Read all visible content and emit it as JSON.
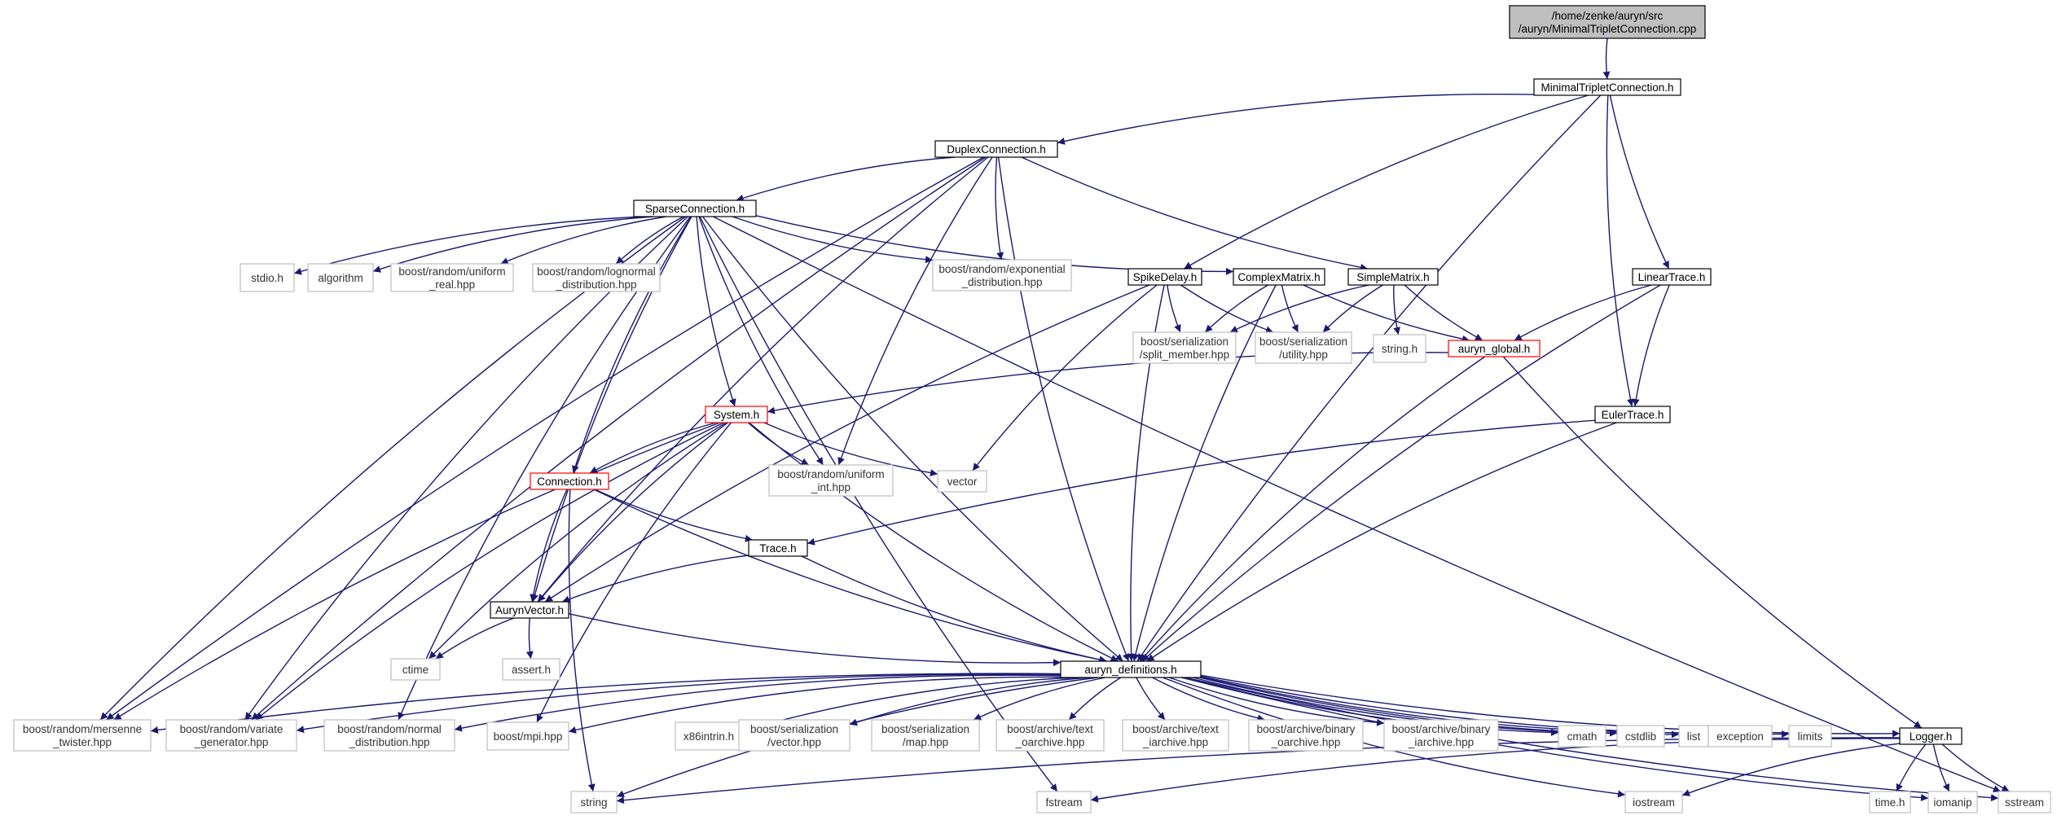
{
  "diagram_title": "Include dependency graph",
  "nodes": [
    {
      "id": "root",
      "lines": [
        "/home/zenke/auryn/src",
        "/auryn/MinimalTripletConnection.cpp"
      ],
      "kind": "root"
    },
    {
      "id": "mtc",
      "lines": [
        "MinimalTripletConnection.h"
      ],
      "kind": "doc"
    },
    {
      "id": "duplex",
      "lines": [
        "DuplexConnection.h"
      ],
      "kind": "doc"
    },
    {
      "id": "sparse",
      "lines": [
        "SparseConnection.h"
      ],
      "kind": "doc"
    },
    {
      "id": "stdio",
      "lines": [
        "stdio.h"
      ],
      "kind": "ext"
    },
    {
      "id": "algorithm",
      "lines": [
        "algorithm"
      ],
      "kind": "ext"
    },
    {
      "id": "uniform_real",
      "lines": [
        "boost/random/uniform",
        "_real.hpp"
      ],
      "kind": "ext"
    },
    {
      "id": "lognormal",
      "lines": [
        "boost/random/lognormal",
        "_distribution.hpp"
      ],
      "kind": "ext"
    },
    {
      "id": "exponential",
      "lines": [
        "boost/random/exponential",
        "_distribution.hpp"
      ],
      "kind": "ext"
    },
    {
      "id": "spikedelay",
      "lines": [
        "SpikeDelay.h"
      ],
      "kind": "doc"
    },
    {
      "id": "complexmatrix",
      "lines": [
        "ComplexMatrix.h"
      ],
      "kind": "doc"
    },
    {
      "id": "simplematrix",
      "lines": [
        "SimpleMatrix.h"
      ],
      "kind": "doc"
    },
    {
      "id": "lineartrace",
      "lines": [
        "LinearTrace.h"
      ],
      "kind": "doc"
    },
    {
      "id": "split_member",
      "lines": [
        "boost/serialization",
        "/split_member.hpp"
      ],
      "kind": "ext"
    },
    {
      "id": "utility",
      "lines": [
        "boost/serialization",
        "/utility.hpp"
      ],
      "kind": "ext"
    },
    {
      "id": "stringh",
      "lines": [
        "string.h"
      ],
      "kind": "ext"
    },
    {
      "id": "auryn_global",
      "lines": [
        "auryn_global.h"
      ],
      "kind": "red"
    },
    {
      "id": "eulertrace",
      "lines": [
        "EulerTrace.h"
      ],
      "kind": "doc"
    },
    {
      "id": "system",
      "lines": [
        "System.h"
      ],
      "kind": "red"
    },
    {
      "id": "uniform_int",
      "lines": [
        "boost/random/uniform",
        "_int.hpp"
      ],
      "kind": "ext"
    },
    {
      "id": "vector",
      "lines": [
        "vector"
      ],
      "kind": "ext"
    },
    {
      "id": "connection",
      "lines": [
        "Connection.h"
      ],
      "kind": "red"
    },
    {
      "id": "trace",
      "lines": [
        "Trace.h"
      ],
      "kind": "doc"
    },
    {
      "id": "aurynvector",
      "lines": [
        "AurynVector.h"
      ],
      "kind": "doc"
    },
    {
      "id": "ctime",
      "lines": [
        "ctime"
      ],
      "kind": "ext"
    },
    {
      "id": "asserth",
      "lines": [
        "assert.h"
      ],
      "kind": "ext"
    },
    {
      "id": "defs",
      "lines": [
        "auryn_definitions.h"
      ],
      "kind": "doc"
    },
    {
      "id": "mersenne",
      "lines": [
        "boost/random/mersenne",
        "_twister.hpp"
      ],
      "kind": "ext"
    },
    {
      "id": "variate",
      "lines": [
        "boost/random/variate",
        "_generator.hpp"
      ],
      "kind": "ext"
    },
    {
      "id": "normal",
      "lines": [
        "boost/random/normal",
        "_distribution.hpp"
      ],
      "kind": "ext"
    },
    {
      "id": "mpi",
      "lines": [
        "boost/mpi.hpp"
      ],
      "kind": "ext"
    },
    {
      "id": "x86",
      "lines": [
        "x86intrin.h"
      ],
      "kind": "ext"
    },
    {
      "id": "ser_vector",
      "lines": [
        "boost/serialization",
        "/vector.hpp"
      ],
      "kind": "ext"
    },
    {
      "id": "ser_map",
      "lines": [
        "boost/serialization",
        "/map.hpp"
      ],
      "kind": "ext"
    },
    {
      "id": "text_oarchive",
      "lines": [
        "boost/archive/text",
        "_oarchive.hpp"
      ],
      "kind": "ext"
    },
    {
      "id": "text_iarchive",
      "lines": [
        "boost/archive/text",
        "_iarchive.hpp"
      ],
      "kind": "ext"
    },
    {
      "id": "binary_oarchive",
      "lines": [
        "boost/archive/binary",
        "_oarchive.hpp"
      ],
      "kind": "ext"
    },
    {
      "id": "binary_iarchive",
      "lines": [
        "boost/archive/binary",
        "_iarchive.hpp"
      ],
      "kind": "ext"
    },
    {
      "id": "cmath",
      "lines": [
        "cmath"
      ],
      "kind": "ext"
    },
    {
      "id": "cstdlib",
      "lines": [
        "cstdlib"
      ],
      "kind": "ext"
    },
    {
      "id": "list",
      "lines": [
        "list"
      ],
      "kind": "ext"
    },
    {
      "id": "exception",
      "lines": [
        "exception"
      ],
      "kind": "ext"
    },
    {
      "id": "limits",
      "lines": [
        "limits"
      ],
      "kind": "ext"
    },
    {
      "id": "logger",
      "lines": [
        "Logger.h"
      ],
      "kind": "doc"
    },
    {
      "id": "string",
      "lines": [
        "string"
      ],
      "kind": "ext"
    },
    {
      "id": "fstream",
      "lines": [
        "fstream"
      ],
      "kind": "ext"
    },
    {
      "id": "iostream",
      "lines": [
        "iostream"
      ],
      "kind": "ext"
    },
    {
      "id": "timeh",
      "lines": [
        "time.h"
      ],
      "kind": "ext"
    },
    {
      "id": "iomanip",
      "lines": [
        "iomanip"
      ],
      "kind": "ext"
    },
    {
      "id": "sstream",
      "lines": [
        "sstream"
      ],
      "kind": "ext"
    }
  ],
  "edges": [
    [
      "root",
      "mtc"
    ],
    [
      "mtc",
      "duplex"
    ],
    [
      "mtc",
      "spikedelay"
    ],
    [
      "mtc",
      "lineartrace"
    ],
    [
      "mtc",
      "eulertrace"
    ],
    [
      "mtc",
      "defs"
    ],
    [
      "duplex",
      "sparse"
    ],
    [
      "duplex",
      "simplematrix"
    ],
    [
      "duplex",
      "exponential"
    ],
    [
      "duplex",
      "mersenne"
    ],
    [
      "duplex",
      "variate"
    ],
    [
      "duplex",
      "aurynvector"
    ],
    [
      "duplex",
      "uniform_int"
    ],
    [
      "duplex",
      "defs"
    ],
    [
      "sparse",
      "stdio"
    ],
    [
      "sparse",
      "algorithm"
    ],
    [
      "sparse",
      "uniform_real"
    ],
    [
      "sparse",
      "lognormal"
    ],
    [
      "sparse",
      "exponential"
    ],
    [
      "sparse",
      "complexmatrix"
    ],
    [
      "sparse",
      "system"
    ],
    [
      "sparse",
      "connection"
    ],
    [
      "sparse",
      "aurynvector"
    ],
    [
      "sparse",
      "uniform_int"
    ],
    [
      "sparse",
      "mersenne"
    ],
    [
      "sparse",
      "variate"
    ],
    [
      "sparse",
      "normal"
    ],
    [
      "sparse",
      "defs"
    ],
    [
      "sparse",
      "fstream"
    ],
    [
      "sparse",
      "sstream"
    ],
    [
      "spikedelay",
      "split_member"
    ],
    [
      "spikedelay",
      "utility"
    ],
    [
      "spikedelay",
      "vector"
    ],
    [
      "spikedelay",
      "defs"
    ],
    [
      "spikedelay",
      "aurynvector"
    ],
    [
      "complexmatrix",
      "split_member"
    ],
    [
      "complexmatrix",
      "utility"
    ],
    [
      "complexmatrix",
      "auryn_global"
    ],
    [
      "complexmatrix",
      "defs"
    ],
    [
      "simplematrix",
      "split_member"
    ],
    [
      "simplematrix",
      "utility"
    ],
    [
      "simplematrix",
      "stringh"
    ],
    [
      "simplematrix",
      "auryn_global"
    ],
    [
      "lineartrace",
      "auryn_global"
    ],
    [
      "lineartrace",
      "eulertrace"
    ],
    [
      "lineartrace",
      "defs"
    ],
    [
      "auryn_global",
      "system"
    ],
    [
      "auryn_global",
      "defs"
    ],
    [
      "auryn_global",
      "logger"
    ],
    [
      "eulertrace",
      "trace"
    ],
    [
      "eulertrace",
      "defs"
    ],
    [
      "system",
      "uniform_int"
    ],
    [
      "system",
      "vector"
    ],
    [
      "system",
      "connection"
    ],
    [
      "system",
      "aurynvector"
    ],
    [
      "system",
      "ctime"
    ],
    [
      "system",
      "mersenne"
    ],
    [
      "system",
      "variate"
    ],
    [
      "system",
      "mpi"
    ],
    [
      "system",
      "defs"
    ],
    [
      "connection",
      "trace"
    ],
    [
      "connection",
      "aurynvector"
    ],
    [
      "connection",
      "defs"
    ],
    [
      "connection",
      "string"
    ],
    [
      "trace",
      "aurynvector"
    ],
    [
      "trace",
      "defs"
    ],
    [
      "aurynvector",
      "ctime"
    ],
    [
      "aurynvector",
      "asserth"
    ],
    [
      "aurynvector",
      "defs"
    ],
    [
      "defs",
      "mersenne"
    ],
    [
      "defs",
      "variate"
    ],
    [
      "defs",
      "normal"
    ],
    [
      "defs",
      "mpi"
    ],
    [
      "defs",
      "x86"
    ],
    [
      "defs",
      "ser_vector"
    ],
    [
      "defs",
      "ser_map"
    ],
    [
      "defs",
      "text_oarchive"
    ],
    [
      "defs",
      "text_iarchive"
    ],
    [
      "defs",
      "binary_oarchive"
    ],
    [
      "defs",
      "binary_iarchive"
    ],
    [
      "defs",
      "cmath"
    ],
    [
      "defs",
      "cstdlib"
    ],
    [
      "defs",
      "list"
    ],
    [
      "defs",
      "exception"
    ],
    [
      "defs",
      "limits"
    ],
    [
      "defs",
      "logger"
    ],
    [
      "defs",
      "string"
    ],
    [
      "defs",
      "iostream"
    ],
    [
      "defs",
      "iomanip"
    ],
    [
      "defs",
      "sstream"
    ],
    [
      "logger",
      "string"
    ],
    [
      "logger",
      "fstream"
    ],
    [
      "logger",
      "iostream"
    ],
    [
      "logger",
      "timeh"
    ],
    [
      "logger",
      "iomanip"
    ],
    [
      "logger",
      "sstream"
    ]
  ]
}
